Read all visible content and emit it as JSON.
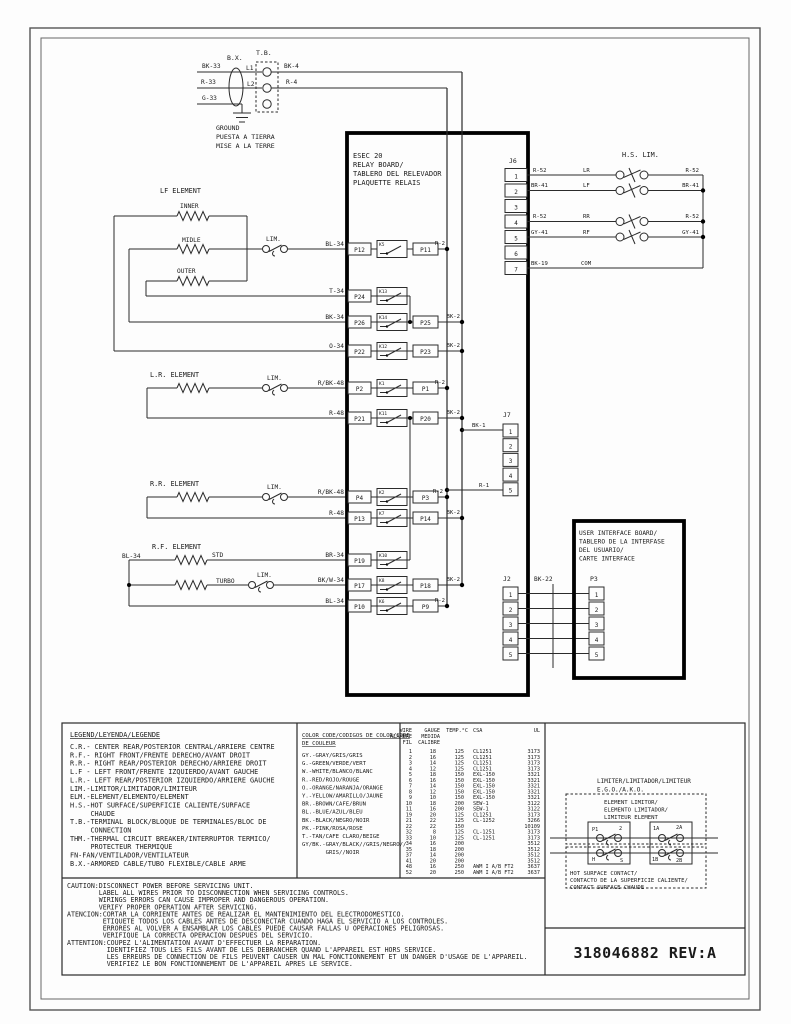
{
  "frame": {
    "part_number": "318046882 REV:A"
  },
  "top_left": {
    "bx_label": "B.X.",
    "tb_label": "T.B.",
    "l1": "L1",
    "l2": "L2",
    "wire_bk33": "BK-33",
    "wire_r33": "R-33",
    "wire_g33": "G-33",
    "wire_bk4": "BK-4",
    "wire_r4": "R-4",
    "ground_lines": [
      "GROUND",
      "PUESTA A TIERRA",
      "MISE A LA TERRE"
    ]
  },
  "relay_board": {
    "title_lines": [
      "ESEC 20",
      "RELAY BOARD/",
      "TABLERO DEL RELEVADOR",
      "PLAQUETTE RELAIS"
    ]
  },
  "elements": {
    "lf_label": "LF ELEMENT",
    "inner": "INNER",
    "midle": "MIDLE",
    "outer": "OUTER",
    "lr_label": "L.R. ELEMENT",
    "rr_label": "R.R. ELEMENT",
    "rf_label": "R.F. ELEMENT",
    "std": "STD",
    "turbo": "TURBO",
    "lim": "LIM.",
    "rf_common_wire": "BL-34"
  },
  "board_wires": {
    "r1": "BL-34",
    "r2": "T-34",
    "r3": "BK-34",
    "r4": "O-34",
    "r5": "R/BK-48",
    "r6": "R-48",
    "r7": "R/BK-48",
    "r8": "R-48",
    "r9": "BR-34",
    "r10": "BK/W-34",
    "r11": "BL-34"
  },
  "terminals": {
    "p12": "P12",
    "p11": "P11",
    "p24": "P24",
    "p26": "P26",
    "p25": "P25",
    "p22": "P22",
    "p23": "P23",
    "p2": "P2",
    "p1": "P1",
    "p21": "P21",
    "p20": "P20",
    "p4": "P4",
    "p3": "P3",
    "p13": "P13",
    "p14": "P14",
    "p19": "P19",
    "p17": "P17",
    "p18": "P18",
    "p10": "P10",
    "p9": "P9"
  },
  "relays": {
    "r1": "K5",
    "r2": "K13",
    "r3": "K14",
    "r4": "K12",
    "r5": "K1",
    "r6": "K11",
    "r7": "K2",
    "r8": "K7",
    "r9": "K10",
    "r10": "K8",
    "r11": "K6"
  },
  "bus": {
    "r2": "R-2",
    "bk2": "BK-2",
    "bk1": "BK-1",
    "r1": "R-1"
  },
  "j6": {
    "label": "J6",
    "hs_lim": "H.S. LIM.",
    "pins": [
      "1",
      "2",
      "3",
      "4",
      "5",
      "6",
      "7"
    ],
    "left": {
      "w1": "R-52",
      "w2": "BR-41",
      "w4": "R-52",
      "w5": "GY-41",
      "w7": "BK-19"
    },
    "names": {
      "w1": "LR",
      "w2": "LF",
      "w4": "RR",
      "w5": "RF",
      "w7": "COM"
    },
    "right": {
      "w1": "R-52",
      "w2": "BR-41",
      "w4": "R-52",
      "w5": "GY-41"
    }
  },
  "j7": {
    "label": "J7",
    "pins": [
      "1",
      "2",
      "3",
      "4",
      "5"
    ]
  },
  "j2": {
    "label": "J2",
    "bundle": "BK-22",
    "pins": [
      "1",
      "2",
      "3",
      "4",
      "5"
    ]
  },
  "p3c": {
    "label": "P3",
    "pins": [
      "1",
      "2",
      "3",
      "4",
      "5"
    ]
  },
  "uib": {
    "title_lines": [
      "USER INTERFACE BOARD/",
      "TABLERO DE LA INTERFASE",
      "DEL USUARIO/",
      "CARTE INTERFACE"
    ]
  },
  "legend": {
    "title": "LEGEND/LEYENDA/LEGENDE",
    "lines": [
      "C.R.- CENTER REAR/POSTERIOR CENTRAL/ARRIERE CENTRE",
      "R.F.- RIGHT FRONT/FRENTE DERECHO/AVANT DROIT",
      "R.R.- RIGHT REAR/POSTERIOR DERECHO/ARRIERE DROIT",
      "L.F - LEFT FRONT/FRENTE IZQUIERDO/AVANT GAUCHE",
      "L.R.- LEFT REAR/POSTERIOR IZQUIERDO/ARRIERE GAUCHE",
      "LIM.-LIMITOR/LIMITADOR/LIMITEUR",
      "ELM.-ELEMENT/ELEMENTO/ELEMENT",
      "H.S.-HOT SURFACE/SUPERFICIE CALIENTE/SURFACE",
      "     CHAUDE",
      "T.B.-TERMINAL BLOCK/BLOQUE DE TERMINALES/BLOC DE",
      "     CONNECTION",
      "THM.-THERMAL CIRCUIT BREAKER/INTERRUPTOR TERMICO/",
      "     PROTECTEUR THERMIQUE",
      "FN-FAN/VENTILADOR/VENTILATEUR",
      "B.X.-ARMORED CABLE/TUBO FLEXIBLE/CABLE ARME"
    ]
  },
  "color_code": {
    "title_lines": [
      "COLOR CODE/CODIGOS DE COLOR/CODE",
      "DE COULEUR"
    ],
    "lines": [
      "GY.-GRAY/GRIS/GRIS",
      "G.-GREEN/VERDE/VERT",
      "W.-WHITE/BLANCO/BLANC",
      "R.-RED/ROJO/ROUGE",
      "O.-ORANGE/NARANJA/ORANGE",
      "Y.-YELLOW/AMARILLO/JAUNE",
      "BR.-BROWN/CAFE/BRUN",
      "BL.-BLUE/AZUL/BLEU",
      "BK.-BLACK/NEGRO/NOIR",
      "PK.-PINK/ROSA/ROSE",
      "T.-TAN/CAFE CLARO/BEIGE",
      "GY/BK.-GRAY/BLACK//GRIS/NEGRO//",
      "       GRIS//NOIR"
    ]
  },
  "wire_table": {
    "header": [
      [
        "WIRE",
        "GAUGE",
        "TEMP.°C",
        "CSA",
        "UL"
      ],
      [
        "ALAMBRE",
        "MEDIDA",
        "",
        "",
        ""
      ],
      [
        "FIL",
        "CALIBRE",
        "",
        "",
        ""
      ]
    ],
    "rows": [
      [
        "1",
        "18",
        "125",
        "CL1251",
        "3173"
      ],
      [
        "2",
        "16",
        "125",
        "CL1251",
        "3173"
      ],
      [
        "3",
        "14",
        "125",
        "CL1251",
        "3173"
      ],
      [
        "4",
        "12",
        "125",
        "CL1251",
        "3173"
      ],
      [
        "5",
        "18",
        "150",
        "EXL-150",
        "3321"
      ],
      [
        "6",
        "16",
        "150",
        "EXL-150",
        "3321"
      ],
      [
        "7",
        "14",
        "150",
        "EXL-150",
        "3321"
      ],
      [
        "8",
        "12",
        "150",
        "EXL-150",
        "3321"
      ],
      [
        "9",
        "10",
        "150",
        "EXL-150",
        "3321"
      ],
      [
        "10",
        "18",
        "200",
        "SEW-1",
        "3122"
      ],
      [
        "11",
        "16",
        "200",
        "SEW-1",
        "3122"
      ],
      [
        "19",
        "20",
        "125",
        "CL1251",
        "3173"
      ],
      [
        "21",
        "22",
        "125",
        "CL-1252",
        "3266"
      ],
      [
        "22",
        "22",
        "150",
        "",
        "10109"
      ],
      [
        "32",
        "8",
        "125",
        "CL-1251",
        "3173"
      ],
      [
        "33",
        "10",
        "125",
        "CL-1251",
        "3173"
      ],
      [
        "34",
        "16",
        "200",
        "",
        "3512"
      ],
      [
        "35",
        "18",
        "200",
        "",
        "3512"
      ],
      [
        "37",
        "14",
        "200",
        "",
        "3512"
      ],
      [
        "41",
        "20",
        "200",
        "",
        "3512"
      ],
      [
        "48",
        "16",
        "250",
        "AWM I A/B FT2",
        "3637"
      ],
      [
        "52",
        "20",
        "250",
        "AWM I A/B FT2",
        "3637"
      ]
    ]
  },
  "limiter": {
    "title_lines": [
      "LIMITER/LIMITADOR/LIMITEUR",
      "E.G.O./A.K.O."
    ],
    "element_lines": [
      "ELEMENT LIMITOR/",
      "ELEMENTO LIMITADOR/",
      "LIMITEUR ELEMENT"
    ],
    "contact_lines": [
      "HOT SURFACE CONTACT/",
      "CONTACTO DE LA SUPERFICIE CALIENTE/",
      "CONTACT SURFACE CHAUDE"
    ],
    "t_p1": "P1",
    "t_2": "2",
    "t_h": "H",
    "t_s": "S",
    "t_1a": "1A",
    "t_2a": "2A",
    "t_1b": "1B",
    "t_2b": "2B"
  },
  "caution": {
    "lines": [
      "CAUTION:DISCONNECT POWER BEFORE SERVICING UNIT.",
      "        LABEL ALL WIRES PRIOR TO DISCONNECTION WHEN SERVICING CONTROLS.",
      "        WIRINGS ERRORS CAN CAUSE IMPROPER AND DANGEROUS OPERATION.",
      "        VERIFY PROPER OPERATION AFTER SERVICING.",
      "ATENCION:CORTAR LA CORRIENTE ANTES DE REALIZAR EL MANTENIMIENTO DEL ELECTRODOMESTICO.",
      "         ETIQUETE TODOS LOS CABLES ANTES DE DESCONECTAR CUANDO HAGA EL SERVICIO A LOS CONTROLES.",
      "         ERRORES AL VOLVER A ENSAMBLAR LOS CABLES PUEDE CAUSAR FALLAS U OPERACIONES PELIGROSAS.",
      "         VERIFIQUE LA CORRECTA OPERACION DESPUES DEL SERVICIO.",
      "ATTENTION:COUPEZ L'ALIMENTATION AVANT D'EFFECTUER LA REPARATION.",
      "          IDENTIFIEZ TOUS LES FILS AVANT DE LES DEBRANCHER QUAND L'APPAREIL EST HORS SERVICE.",
      "          LES ERREURS DE CONNECTION DE FILS PEUVENT CAUSER UN MAL FONCTIONNEMENT ET UN DANGER D'USAGE DE L'APPAREIL.",
      "          VERIFIEZ LE BON FONCTIONNEMENT DE L'APPAREIL APRES LE SERVICE."
    ]
  }
}
